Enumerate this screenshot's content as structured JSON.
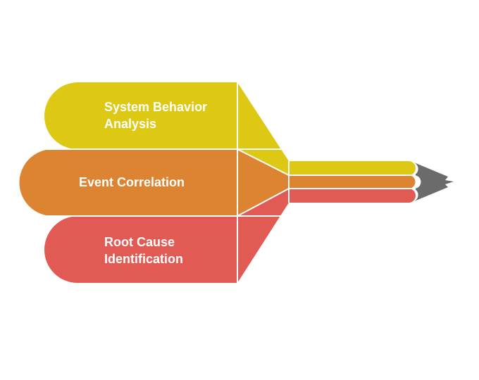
{
  "diagram": {
    "colors": {
      "top": "#DDC814",
      "middle": "#DD8432",
      "bottom": "#E25A54",
      "tip": "#6B6B6B",
      "divider": "#FFFFFF"
    },
    "items": [
      {
        "lines": [
          "System Behavior",
          "Analysis"
        ]
      },
      {
        "lines": [
          "Event Correlation"
        ]
      },
      {
        "lines": [
          "Root Cause",
          "Identification"
        ]
      }
    ]
  }
}
